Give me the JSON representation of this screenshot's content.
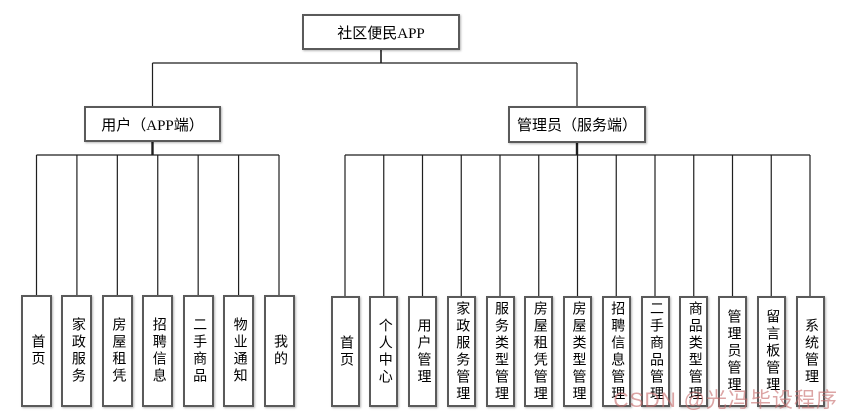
{
  "diagram": {
    "root_label": "社区便民APP",
    "branches": [
      {
        "label": "用户（APP端）",
        "children": [
          "首页",
          "家政服务",
          "房屋租凭",
          "招聘信息",
          "二手商品",
          "物业通知",
          "我的"
        ]
      },
      {
        "label": "管理员（服务端）",
        "children": [
          "首页",
          "个人中心",
          "用户管理",
          "家政服务管理",
          "服务类型管理",
          "房屋租凭管理",
          "房屋类型管理",
          "招聘信息管理",
          "二手商品管理",
          "商品类型管理",
          "管理员管理",
          "留言板管理",
          "系统管理"
        ]
      }
    ],
    "colors": {
      "line": "#1f1f1f",
      "box_border": "#5a5a5a",
      "box_fill": "#ffffff",
      "text": "#000000"
    }
  },
  "watermark": {
    "text": "CSDN @光冯毕设程序",
    "color": "#c86e6e"
  }
}
